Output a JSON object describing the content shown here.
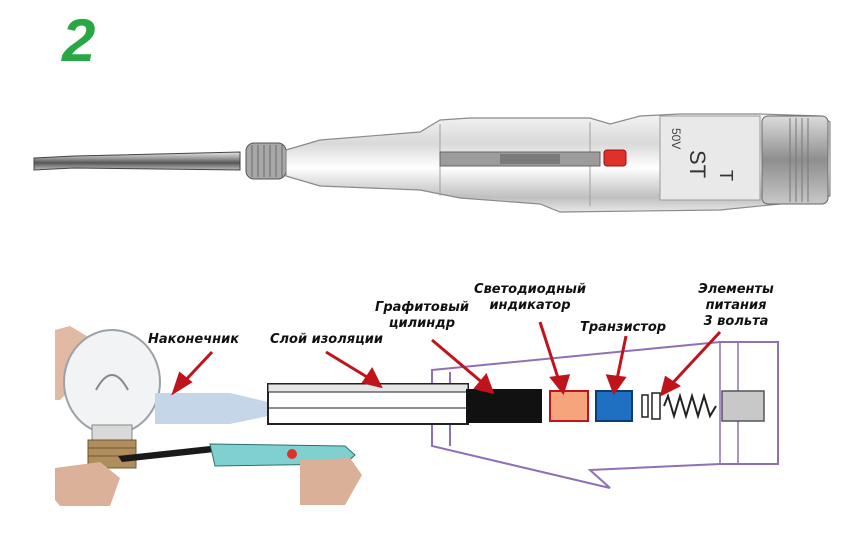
{
  "step_number": "2",
  "colors": {
    "step_number": "#27a844",
    "arrows": "#c0141c",
    "body_outline": "#8f70b8",
    "tip": "#c5d6e9",
    "graphite": "#111111",
    "led": "#f5a47c",
    "transistor": "#1f6fc2",
    "battery": "#c8c8c8"
  },
  "photo": {
    "screwdriver_marking": [
      "ST",
      "50V",
      "T"
    ]
  },
  "diagram": {
    "labels": {
      "tip": "Наконечник",
      "insulation": "Слой изоляции",
      "graphite_line1": "Графитовый",
      "graphite_line2": "цилиндр",
      "led_line1": "Светодиодный",
      "led_line2": "индикатор",
      "transistor": "Транзистор",
      "battery_line1": "Элементы",
      "battery_line2": "питания",
      "battery_line3": "3 вольта"
    }
  }
}
